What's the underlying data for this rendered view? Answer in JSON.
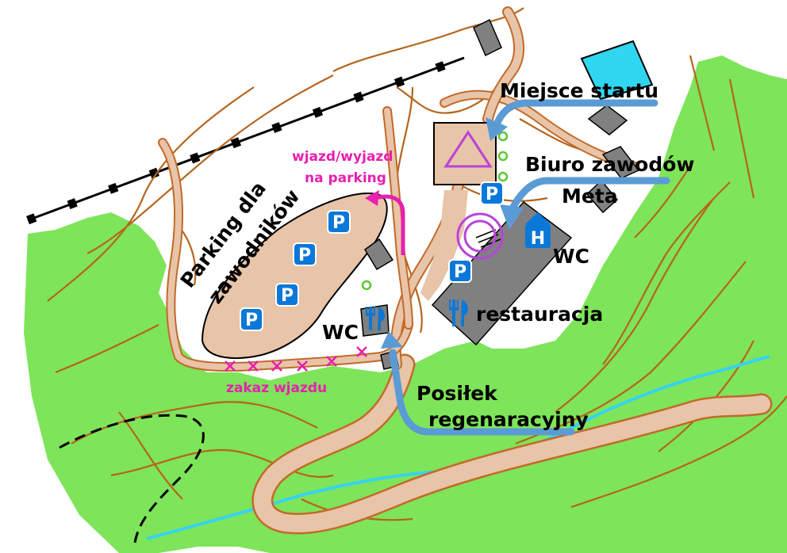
{
  "labels": {
    "start": "Miejsce startu",
    "office": "Biuro zawodów",
    "finish": "Meta",
    "wc_right": "WC",
    "wc_left": "WC",
    "restaurant": "restauracja",
    "meal_line1": "Posiłek",
    "meal_line2": "regenaracyjny",
    "parking_line1": "Parking dla",
    "parking_line2": "zawodników",
    "entry_line1": "wjazd/wyjazd",
    "entry_line2": "na parking",
    "no_entry": "zakaz wjazdu"
  },
  "symbols": {
    "parking": "P",
    "hospital": "H"
  },
  "colors": {
    "forest": "#7ee45a",
    "open_land": "#e8c4a8",
    "road": "#e8c4a8",
    "road_edge": "#c26a2a",
    "contour": "#b5651d",
    "building": "#808080",
    "water": "#36d3f0",
    "pool": "#30d6f0",
    "course": "#b844d8",
    "magenta": "#e81fb0",
    "arrow_blue": "#5b9bd5",
    "icon_blue": "#0a78d8",
    "railway": "#000000"
  }
}
